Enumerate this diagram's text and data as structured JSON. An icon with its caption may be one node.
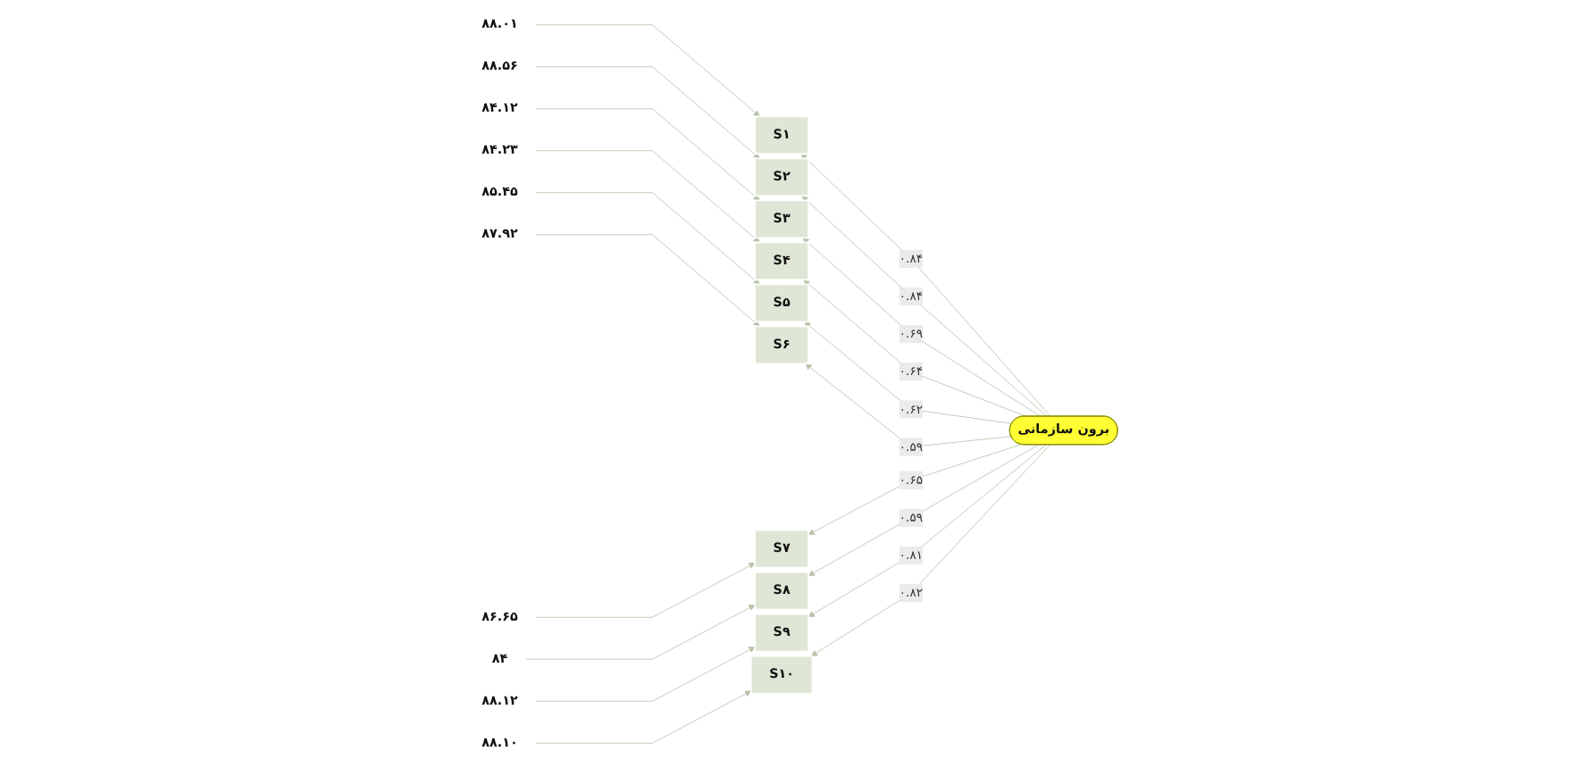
{
  "diagram": {
    "nodes": [
      {
        "text": [
          "۸۸.۰۱"
        ]
      },
      {
        "text": [
          "S۱"
        ]
      },
      {
        "text": [
          "۸۸.۵۶"
        ]
      },
      {
        "text": [
          "S۲"
        ]
      },
      {
        "text": [
          "۸۴.۱۲"
        ]
      },
      {
        "text": [
          "S۳"
        ]
      },
      {
        "text": [
          "۸۴.۲۳"
        ]
      },
      {
        "text": [
          "S۴"
        ]
      },
      {
        "text": [
          "۸۵.۴۵"
        ]
      },
      {
        "text": [
          "S۵"
        ]
      },
      {
        "text": [
          "۸۷.۹۲"
        ]
      },
      {
        "text": [
          "S۶"
        ]
      },
      {
        "text": [
          "۸۶.۶۵"
        ]
      },
      {
        "text": [
          "S۷"
        ]
      },
      {
        "text": [
          "۸۴"
        ]
      },
      {
        "text": [
          "S۸"
        ]
      },
      {
        "text": [
          "۸۸.۱۲"
        ]
      },
      {
        "text": [
          "S۹"
        ]
      },
      {
        "text": [
          "۸۸.۱۰"
        ]
      },
      {
        "text": [
          "S۱۰"
        ]
      },
      {
        "text": [
          "برون سازمانی"
        ]
      }
    ],
    "edges": [
      {
        "from": 0,
        "to": 1,
        "arrow": "to"
      },
      {
        "from": 2,
        "to": 3,
        "arrow": "to"
      },
      {
        "from": 4,
        "to": 5,
        "arrow": "to"
      },
      {
        "from": 6,
        "to": 7,
        "arrow": "to"
      },
      {
        "from": 8,
        "to": 9,
        "arrow": "to"
      },
      {
        "from": 10,
        "to": 11,
        "arrow": "to"
      },
      {
        "from": 12,
        "to": 13,
        "arrow": "to"
      },
      {
        "from": 14,
        "to": 15,
        "arrow": "to"
      },
      {
        "from": 16,
        "to": 17,
        "arrow": "to"
      },
      {
        "from": 18,
        "to": 19,
        "arrow": "to"
      },
      {
        "from": 20,
        "to": 1,
        "arrow": "to",
        "label": "۰.۸۴"
      },
      {
        "from": 20,
        "to": 3,
        "arrow": "to",
        "label": "۰.۸۴"
      },
      {
        "from": 20,
        "to": 5,
        "arrow": "to",
        "label": "۰.۶۹"
      },
      {
        "from": 20,
        "to": 7,
        "arrow": "to",
        "label": "۰.۶۴"
      },
      {
        "from": 20,
        "to": 9,
        "arrow": "to",
        "label": "۰.۶۲"
      },
      {
        "from": 20,
        "to": 11,
        "arrow": "to",
        "label": "۰.۵۹"
      },
      {
        "from": 20,
        "to": 13,
        "arrow": "to",
        "label": "۰.۶۵"
      },
      {
        "from": 20,
        "to": 15,
        "arrow": "to",
        "label": "۰.۵۹"
      },
      {
        "from": 20,
        "to": 17,
        "arrow": "to",
        "label": "۰.۸۱"
      },
      {
        "from": 20,
        "to": 19,
        "arrow": "to",
        "label": "۰.۸۲"
      }
    ]
  }
}
